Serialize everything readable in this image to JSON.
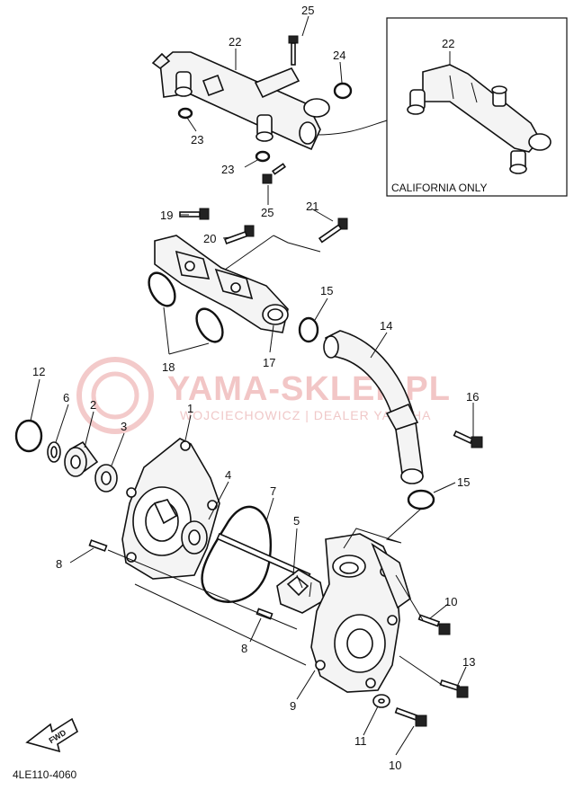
{
  "inset": {
    "title": "CALIFORNIA ONLY",
    "part": "22"
  },
  "watermark": {
    "title": "YAMA-SKLEP.PL",
    "subtitle": "WOJCIECHOWICZ | DEALER YAMAHA"
  },
  "drawing_code": "4LE110-4060",
  "fwd_label": "FWD",
  "callouts": {
    "c25a": "25",
    "c22": "22",
    "c24": "24",
    "c23a": "23",
    "c23b": "23",
    "c25b": "25",
    "c19": "19",
    "c20": "20",
    "c21": "21",
    "c15a": "15",
    "c14": "14",
    "c18": "18",
    "c17": "17",
    "c12": "12",
    "c6": "6",
    "c2": "2",
    "c3": "3",
    "c1": "1",
    "c16": "16",
    "c4": "4",
    "c7": "7",
    "c15b": "15",
    "c5": "5",
    "c8a": "8",
    "c8b": "8",
    "c10a": "10",
    "c13": "13",
    "c9": "9",
    "c11": "11",
    "c10b": "10"
  }
}
